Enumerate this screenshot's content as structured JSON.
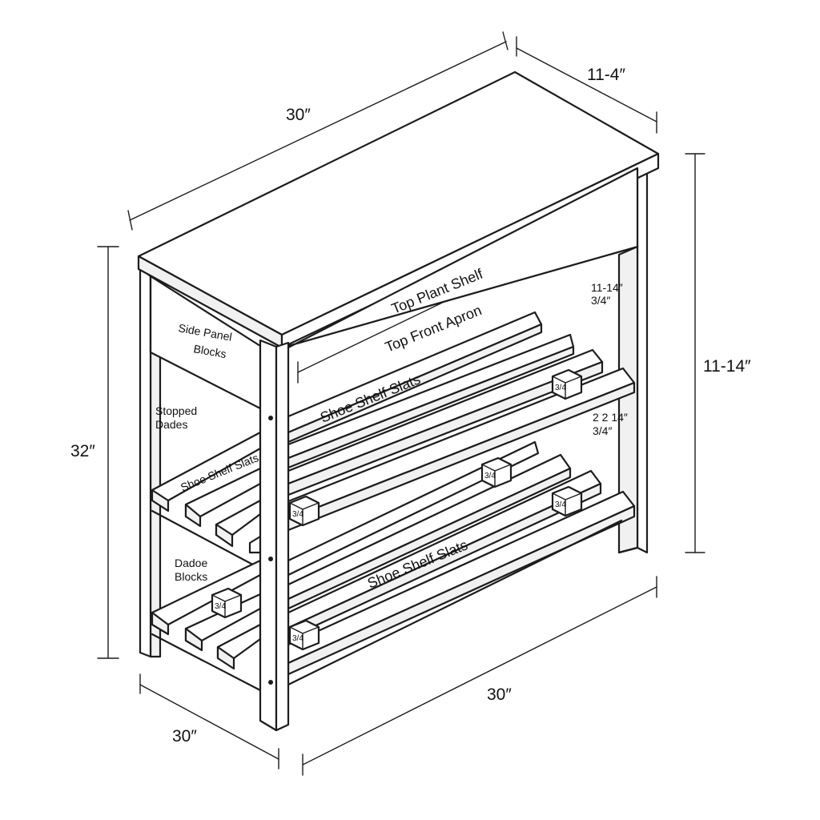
{
  "dimensions": {
    "top_width": "30″",
    "top_depth": "11-4″",
    "height": "32″",
    "right_height": "11-14″",
    "bottom_front_width": "30″",
    "bottom_side_width": "30″"
  },
  "labels": {
    "top_plant_shelf": "Top Plant Shelf",
    "top_front_apron": "Top Front Apron",
    "side_panel_blocks_line1": "Side Panel",
    "side_panel_blocks_line2": "Blocks",
    "stopped_dadoes_line1": "Stopped",
    "stopped_dadoes_line2": "Dades",
    "shoe_shelf_slats_upper_back": "Shoe Shelf Slats",
    "shoe_shelf_slats_upper_side": "Shoe Shelf Slats",
    "shoe_shelf_slats_lower": "Shoe Shelf Slats",
    "dado_blocks_line1": "Dadoe",
    "dado_blocks_line2": "Blocks"
  },
  "notes": {
    "upper_right_line1": "11-14″",
    "upper_right_line2": "3/4″",
    "mid_right_line1": "2 2 14″",
    "mid_right_line2": "3/4″"
  },
  "block_marks": {
    "top": "3/4",
    "bottom": "3/4"
  }
}
